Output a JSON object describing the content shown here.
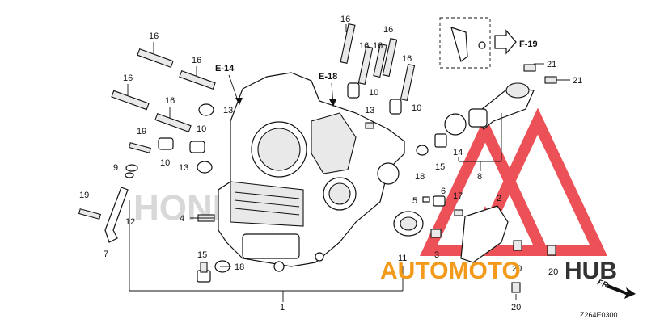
{
  "diagram": {
    "callouts": [
      {
        "label": "16"
      },
      {
        "label": "16"
      },
      {
        "label": "16"
      },
      {
        "label": "16"
      },
      {
        "label": "16"
      },
      {
        "label": "16"
      },
      {
        "label": "16"
      },
      {
        "label": "16"
      },
      {
        "label": "16"
      },
      {
        "label": "13"
      },
      {
        "label": "13"
      },
      {
        "label": "13"
      },
      {
        "label": "10"
      },
      {
        "label": "10"
      },
      {
        "label": "10"
      },
      {
        "label": "10"
      },
      {
        "label": "19"
      },
      {
        "label": "19"
      },
      {
        "label": "9"
      },
      {
        "label": "12"
      },
      {
        "label": "7"
      },
      {
        "label": "4"
      },
      {
        "label": "15"
      },
      {
        "label": "15"
      },
      {
        "label": "18"
      },
      {
        "label": "18"
      },
      {
        "label": "1"
      },
      {
        "label": "11"
      },
      {
        "label": "14"
      },
      {
        "label": "8"
      },
      {
        "label": "5"
      },
      {
        "label": "6"
      },
      {
        "label": "17"
      },
      {
        "label": "3"
      },
      {
        "label": "2"
      },
      {
        "label": "20"
      },
      {
        "label": "20"
      },
      {
        "label": "20"
      },
      {
        "label": "21"
      },
      {
        "label": "21"
      }
    ],
    "section_refs": {
      "e14": "E-14",
      "e18": "E-18",
      "f19": "F-19"
    },
    "fr_label": "FR.",
    "diagram_code": "Z264E0300",
    "watermark": {
      "part1": "AUTOMOTO",
      "part2": "HUB",
      "color_red": "#e8333a",
      "color_dark": "#333333",
      "color_orange": "#f39a1b"
    },
    "background_brand": "HONDA"
  }
}
